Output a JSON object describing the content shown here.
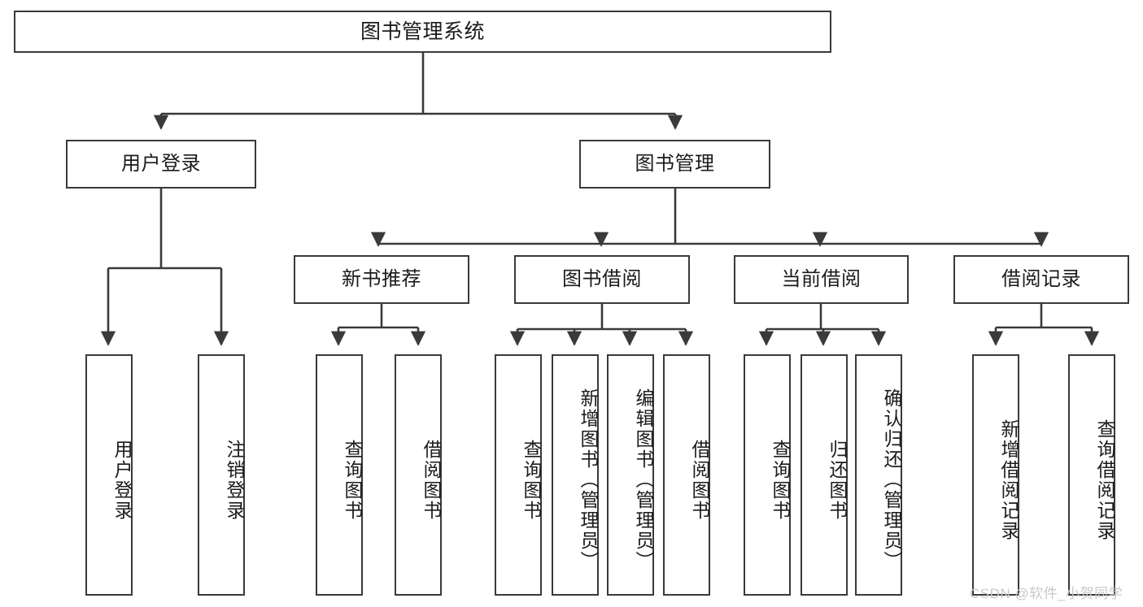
{
  "diagram": {
    "type": "tree-hierarchy-chart",
    "title": "图书管理系统",
    "watermark": "CSDN @软件_小贺同学",
    "colors": {
      "box_border": "#3a3a3a",
      "box_fill": "#ffffff",
      "edge": "#3a3a3a",
      "text": "#1b1b1b",
      "watermark": "#c9c9c9",
      "background": "#ffffff"
    },
    "levels": {
      "level1": "系统",
      "level2": "模块",
      "level3": "子模块",
      "level4": "功能"
    },
    "root": {
      "id": "root",
      "label": "图书管理系统",
      "orientation": "horizontal"
    },
    "level2": [
      {
        "id": "user-login",
        "label": "用户登录",
        "orientation": "horizontal"
      },
      {
        "id": "book-manage",
        "label": "图书管理",
        "orientation": "horizontal"
      }
    ],
    "level3": [
      {
        "id": "new-book-recommend",
        "label": "新书推荐",
        "orientation": "horizontal",
        "parent": "book-manage"
      },
      {
        "id": "book-borrow",
        "label": "图书借阅",
        "orientation": "horizontal",
        "parent": "book-manage"
      },
      {
        "id": "current-borrow",
        "label": "当前借阅",
        "orientation": "horizontal",
        "parent": "book-manage"
      },
      {
        "id": "borrow-record",
        "label": "借阅记录",
        "orientation": "horizontal",
        "parent": "book-manage"
      }
    ],
    "leaves": {
      "user_login": [
        {
          "id": "leaf-user-login",
          "label": "用户登录"
        },
        {
          "id": "leaf-logout-login",
          "label": "注销登录"
        }
      ],
      "new_book_recommend": [
        {
          "id": "leaf-query-book-1",
          "label": "查询图书"
        },
        {
          "id": "leaf-borrow-book-1",
          "label": "借阅图书"
        }
      ],
      "book_borrow": [
        {
          "id": "leaf-query-book-2",
          "label": "查询图书"
        },
        {
          "id": "leaf-add-book",
          "label": "新增图书（管理员）"
        },
        {
          "id": "leaf-edit-book",
          "label": "编辑图书（管理员）"
        },
        {
          "id": "leaf-borrow-book-2",
          "label": "借阅图书"
        }
      ],
      "current_borrow": [
        {
          "id": "leaf-query-book-3",
          "label": "查询图书"
        },
        {
          "id": "leaf-return-book",
          "label": "归还图书"
        },
        {
          "id": "leaf-confirm-return",
          "label": "确认归还（管理员）"
        }
      ],
      "borrow_record": [
        {
          "id": "leaf-add-record",
          "label": "新增借阅记录"
        },
        {
          "id": "leaf-query-record",
          "label": "查询借阅记录"
        }
      ]
    }
  }
}
